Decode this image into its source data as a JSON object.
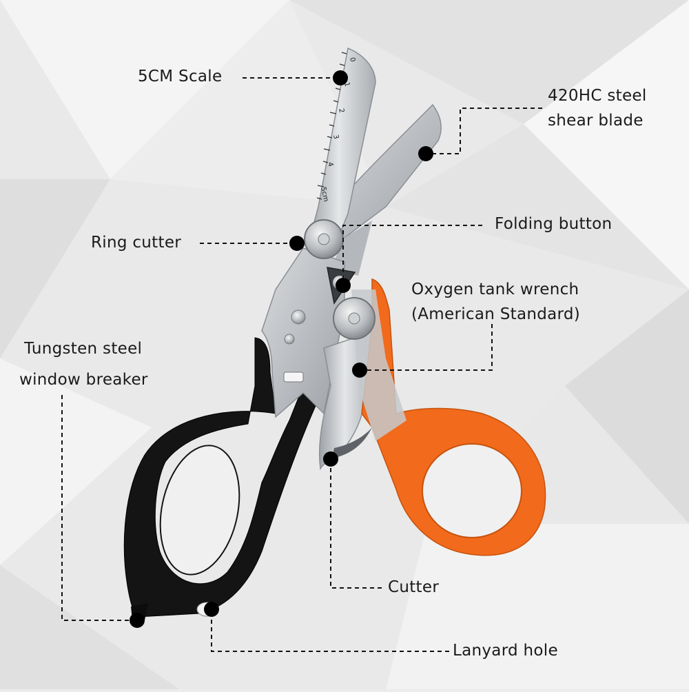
{
  "labels": {
    "scale": "5CM Scale",
    "blade_line1": "420HC steel",
    "blade_line2": "shear blade",
    "ring_cutter": "Ring cutter",
    "folding_button": "Folding button",
    "wrench_line1": "Oxygen tank wrench",
    "wrench_line2": "(American Standard)",
    "breaker_line1": "Tungsten steel",
    "breaker_line2": "window breaker",
    "cutter": "Cutter",
    "lanyard": "Lanyard hole"
  },
  "ruler_marks": [
    "0",
    "1",
    "2",
    "3",
    "4",
    "5cm"
  ],
  "colors": {
    "background": "#ececec",
    "steel": "#c9ccd0",
    "black_handle": "#141414",
    "orange_handle": "#f26a1b",
    "text": "#1a1a1a"
  }
}
